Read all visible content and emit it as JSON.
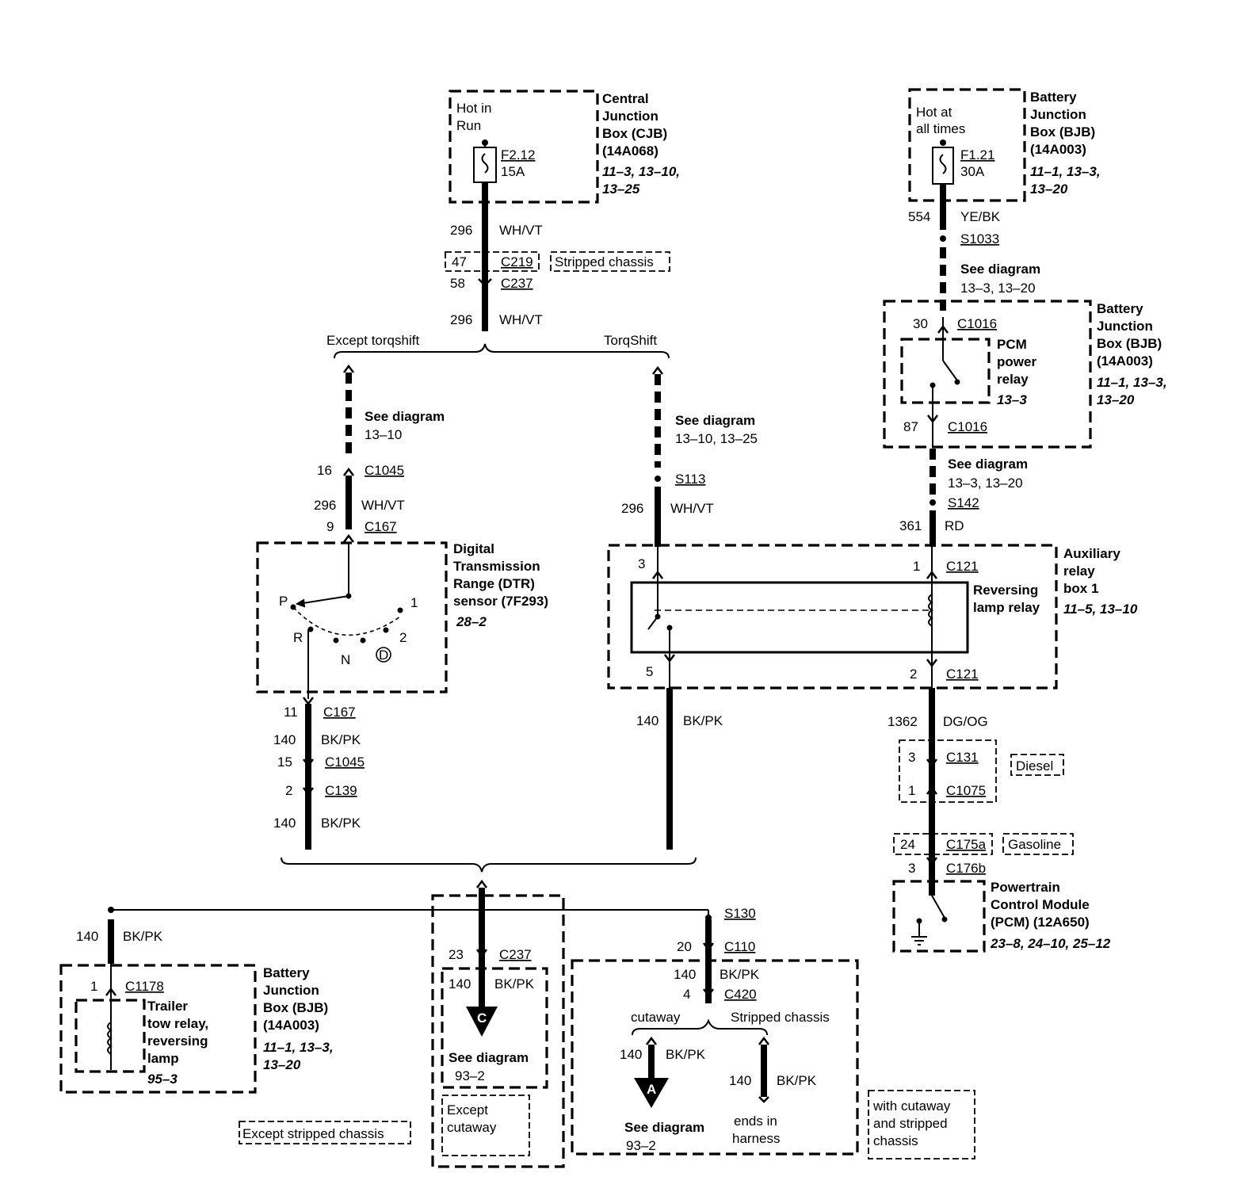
{
  "cjb": {
    "name": [
      "Central",
      "Junction",
      "Box (CJB)",
      "(14A068)"
    ],
    "refs": [
      "11–3, 13–10,",
      "13–25"
    ],
    "hot": [
      "Hot in",
      "Run"
    ],
    "fuse": "F2.12",
    "amps": "15A"
  },
  "bjb_top": {
    "name": [
      "Battery",
      "Junction",
      "Box (BJB)",
      "(14A003)"
    ],
    "refs": [
      "11–1, 13–3,",
      "13–20"
    ],
    "hot": [
      "Hot at",
      "all times"
    ],
    "fuse": "F1.21",
    "amps": "30A"
  },
  "wires": {
    "w296": "296",
    "whvt": "WH/VT",
    "w554": "554",
    "yebk": "YE/BK",
    "w361": "361",
    "rd": "RD",
    "w140": "140",
    "bkpk": "BK/PK",
    "w1362": "1362",
    "dgog": "DG/OG"
  },
  "connectors": {
    "c219_pin": "47",
    "c219": "C219",
    "c237_pin": "58",
    "c237": "C237",
    "s1033": "S1033",
    "c1016_in_pin": "30",
    "c1016": "C1016",
    "c1016_out_pin": "87",
    "s142": "S142",
    "c1045_top_pin": "16",
    "c1045": "C1045",
    "c167_top_pin": "9",
    "c167": "C167",
    "s113": "S113",
    "c121_in_pin": "1",
    "c121": "C121",
    "c121_out_pin": "2",
    "relay_in_pin": "3",
    "relay_out_pin": "5",
    "c167_bot_pin": "11",
    "c1045_bot_pin": "15",
    "c139_pin": "2",
    "c139": "C139",
    "c131_pin": "3",
    "c131": "C131",
    "c1075_pin": "1",
    "c1075": "C1075",
    "c175a_pin": "24",
    "c175a": "C175a",
    "c176b_pin": "3",
    "c176b": "C176b",
    "c237b_pin": "23",
    "s130": "S130",
    "c110_pin": "20",
    "c110": "C110",
    "c420_pin": "4",
    "c420": "C420",
    "c1178_pin": "1",
    "c1178": "C1178"
  },
  "labels": {
    "stripped_chassis": "Stripped chassis",
    "except_torqshift": "Except torqshift",
    "torqshift": "TorqShift",
    "see_diagram": "See diagram",
    "ref_13_10": "13–10",
    "ref_13_10_13_25": "13–10, 13–25",
    "ref_13_3_13_20": "13–3, 13–20",
    "ref_93_2": "93–2",
    "diesel": "Diesel",
    "gasoline": "Gasoline",
    "cutaway": "cutaway",
    "except_stripped": "Except stripped chassis",
    "except_cutaway": [
      "Except",
      "cutaway"
    ],
    "with_cutaway": [
      "with cutaway",
      "and stripped",
      "chassis"
    ],
    "ends_in": [
      "ends in",
      "harness"
    ],
    "conn_c": "C",
    "conn_a": "A"
  },
  "pcm_relay": {
    "name": [
      "PCM",
      "power",
      "relay"
    ],
    "ref": "13–3"
  },
  "bjb_mid": {
    "name": [
      "Battery",
      "Junction",
      "Box (BJB)",
      "(14A003)"
    ],
    "refs": [
      "11–1, 13–3,",
      "13–20"
    ]
  },
  "dtr": {
    "name": [
      "Digital",
      "Transmission",
      "Range (DTR)",
      "sensor (7F293)"
    ],
    "ref": "28–2",
    "positions": {
      "p": "P",
      "r": "R",
      "n": "N",
      "d": "D",
      "one": "1",
      "two": "2"
    }
  },
  "aux_relay": {
    "name": [
      "Auxiliary",
      "relay",
      "box 1"
    ],
    "refs": "11–5, 13–10",
    "relay": [
      "Reversing",
      "lamp relay"
    ]
  },
  "pcm": {
    "name": [
      "Powertrain",
      "Control Module",
      "(PCM) (12A650)"
    ],
    "refs": "23–8, 24–10, 25–12"
  },
  "bjb_bottom": {
    "name": [
      "Battery",
      "Junction",
      "Box (BJB)",
      "(14A003)"
    ],
    "refs": [
      "11–1, 13–3,",
      "13–20"
    ],
    "relay": [
      "Trailer",
      "tow relay,",
      "reversing",
      "lamp"
    ],
    "relay_ref": "95–3"
  }
}
